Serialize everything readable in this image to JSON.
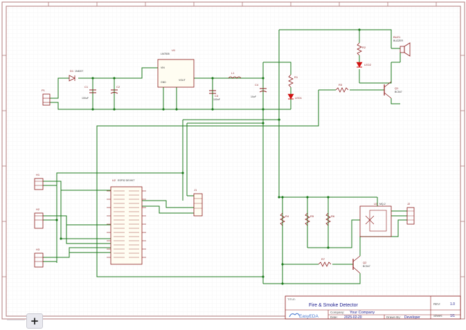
{
  "title_block": {
    "title_label": "TITLE:",
    "title": "Fire & Smoke Detector",
    "rev_label": "REV:",
    "rev": "1.0",
    "company_label": "Company:",
    "company": "Your Company",
    "sheet_label": "Sheet:",
    "sheet": "1/1",
    "date_label": "Date:",
    "date": "2025-02-20",
    "drawn_label": "Drawn By:",
    "drawn_by": "Developer",
    "logo_text": "EasyEDA"
  },
  "components": {
    "dc_jack": "P1",
    "diode": "D1",
    "diode_val": "1N4007",
    "cap_in": "C1",
    "cap_in_val": "100uF",
    "cap_in2": "C2",
    "regulator": "U1",
    "regulator_val": "LM7805",
    "reg_pin_vin": "VIN",
    "reg_pin_gnd": "GND",
    "reg_pin_vout": "VOUT",
    "cap_out": "C3",
    "cap_out_val": "100nF",
    "inductor": "L1",
    "cap_out2": "C4",
    "cap_out2_val": "10uF",
    "led_power_res": "R1",
    "led_power": "LED1",
    "buzzer": "BUZ1",
    "buzzer_val": "BUZZER",
    "buzzer_res": "R2",
    "buzzer_led": "LED2",
    "base_res": "R3",
    "transistor_q1": "Q1",
    "transistor_q1_val": "BC547",
    "header_1": "H1",
    "header_2": "H2",
    "header_3": "H3",
    "mcu": "U2",
    "mcu_val": "ESP32 DEVKIT",
    "connector": "J1",
    "res_a": "R4",
    "res_b": "R5",
    "res_c": "R6",
    "sensor": "U3",
    "sensor_val": "MQ-2",
    "sensor_conn": "J2",
    "res_d": "R7",
    "transistor_q2": "Q2",
    "transistor_q2_val": "BC547"
  },
  "zoom_label": "+",
  "colors": {
    "wire": "#1b7a1b",
    "symbol": "#8b1a1a",
    "frame": "#b07a7a",
    "led": "#d01010",
    "titleblock": "#1a1a8c"
  }
}
